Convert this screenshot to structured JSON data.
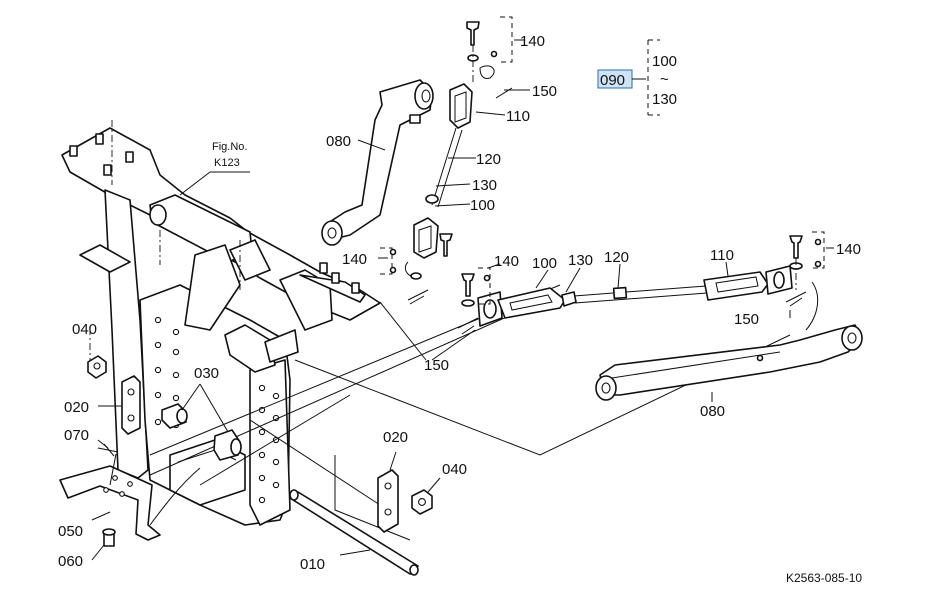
{
  "diagram": {
    "figure_reference": "Fig.No.\nK123",
    "figure_ref_line1": "Fig.No.",
    "figure_ref_line2": "K123",
    "drawing_number": "K2563-085-10",
    "highlight_color": "#cfe3f7",
    "range_callout": {
      "selected": "090",
      "from": "100",
      "tilde": "~",
      "to": "130"
    },
    "part_labels": {
      "p010": "010",
      "p020_left": "020",
      "p020_right": "020",
      "p030": "030",
      "p040_left": "040",
      "p040_right": "040",
      "p050": "050",
      "p060": "060",
      "p070": "070",
      "p080_upper": "080",
      "p080_lower": "080",
      "p100_left": "100",
      "p100_right": "100",
      "p110_left": "110",
      "p110_right": "110",
      "p120_left": "120",
      "p120_right": "120",
      "p130_left": "130",
      "p130_right": "130",
      "p140_top": "140",
      "p140_left": "140",
      "p140_mid": "140",
      "p140_right": "140",
      "p150_top": "150",
      "p150_low": "150",
      "p150_right": "150"
    }
  }
}
